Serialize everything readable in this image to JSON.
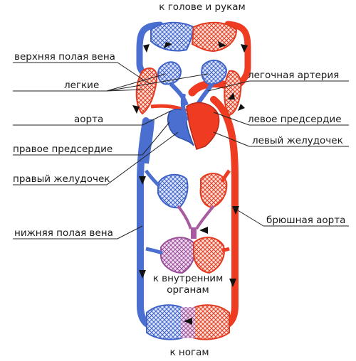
{
  "labels": {
    "head_arms": "к голове и рукам",
    "superior_vena_cava": "верхняя полая вена",
    "lungs": "легкие",
    "pulmonary_artery": "легочная артерия",
    "aorta": "аорта",
    "left_atrium": "левое предсердие",
    "right_atrium": "правое предсердие",
    "left_ventricle": "левый желудочек",
    "right_ventricle": "правый желудочек",
    "inferior_vena_cava": "нижняя полая вена",
    "abdominal_aorta": "брюшная аорта",
    "internal_organs_1": "к внутренним",
    "internal_organs_2": "органам",
    "legs": "к ногам"
  },
  "colors": {
    "venous": "#4a6fd0",
    "arterial": "#ee3b22",
    "mixed": "#a85aa0",
    "leader": "#222222",
    "arrow": "#111111"
  }
}
